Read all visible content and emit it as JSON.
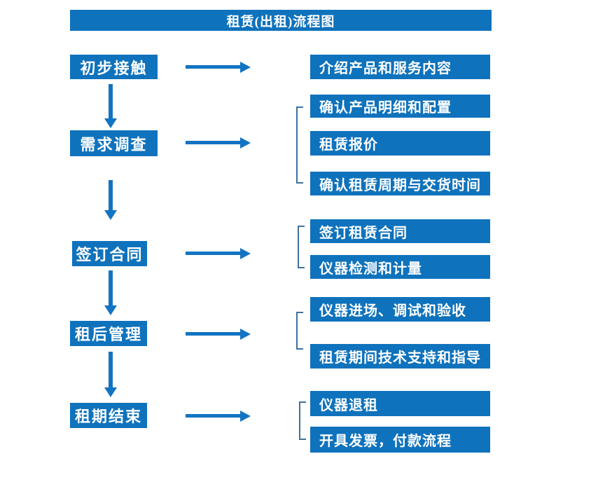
{
  "title": "租赁(出租)流程图",
  "colors": {
    "box_blue": "#0f72bc",
    "arrow_blue": "#1274c2",
    "bracket_blue": "#41719c",
    "text_white": "#ffffff",
    "background": "#ffffff"
  },
  "flow": [
    {
      "step": "初步接触",
      "details": [
        "介绍产品和服务内容"
      ]
    },
    {
      "step": "需求调查",
      "details": [
        "确认产品明细和配置",
        "租赁报价",
        "确认租赁周期与交货时间"
      ]
    },
    {
      "step": "签订合同",
      "details": [
        "签订租赁合同",
        "仪器检测和计量"
      ]
    },
    {
      "step": "租后管理",
      "details": [
        "仪器进场、调试和验收",
        "租赁期间技术支持和指导"
      ]
    },
    {
      "step": "租期结束",
      "details": [
        "仪器退租",
        "开具发票，付款流程"
      ]
    }
  ]
}
